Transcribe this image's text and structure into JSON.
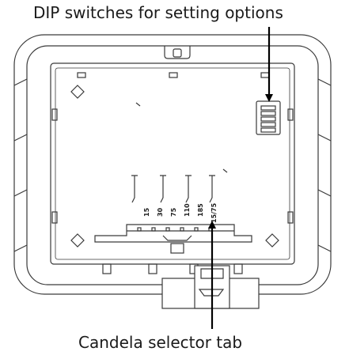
{
  "callouts": {
    "dip_switches": "DIP switches for setting options",
    "candela_tab": "Candela selector tab"
  },
  "candela_settings": [
    "15",
    "30",
    "75",
    "110",
    "185",
    "15/75"
  ],
  "colors": {
    "line": "#3a3a3a",
    "arrow": "#000000",
    "background": "#ffffff"
  }
}
